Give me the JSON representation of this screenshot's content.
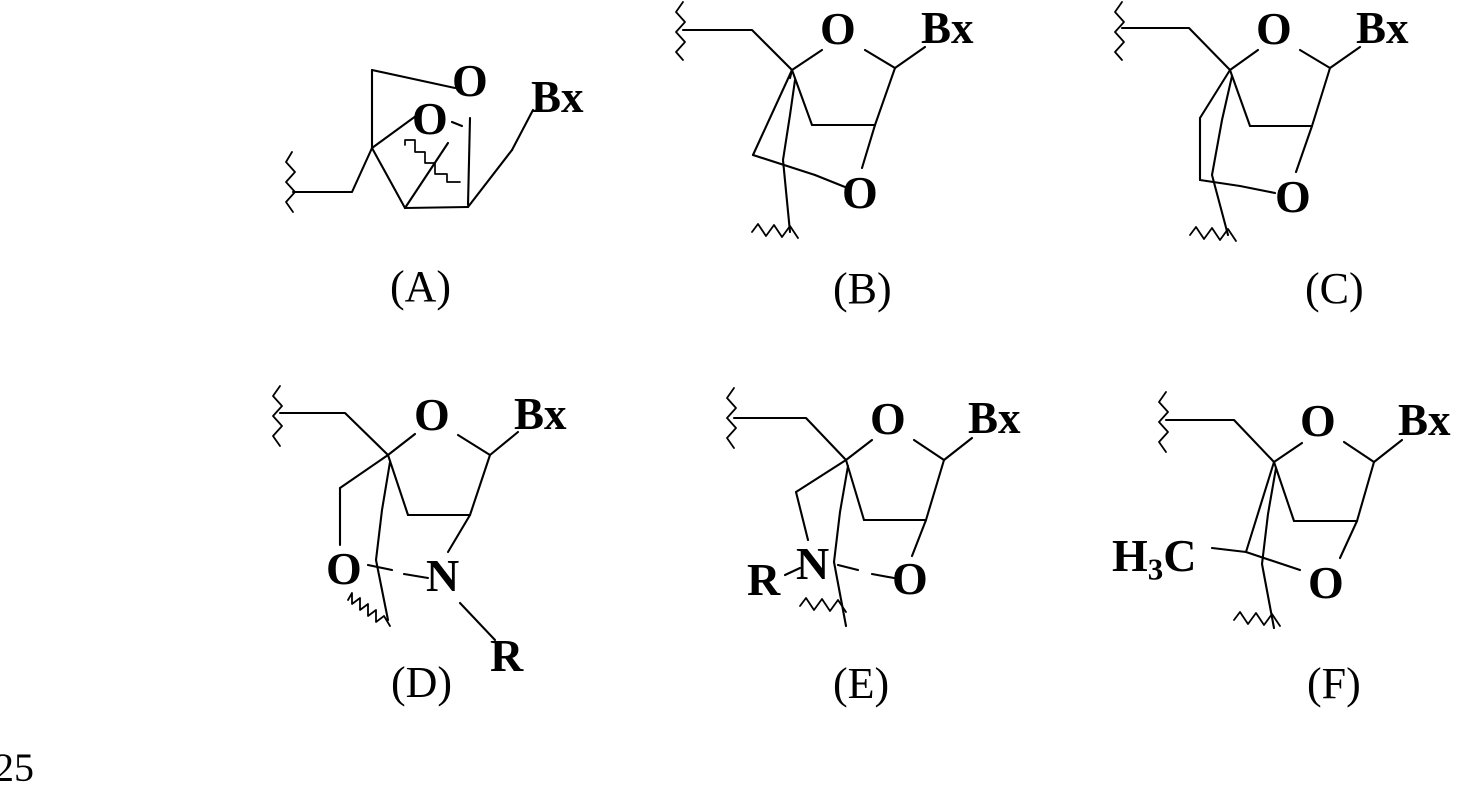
{
  "document": {
    "page_number": "25",
    "kind": "chemical-structure-figure",
    "background_color": "#ffffff",
    "line_color": "#000000"
  },
  "figure": {
    "caption_style": "parenthesized-letter",
    "rows": 2,
    "columns": 3
  },
  "structures": [
    {
      "id": "A",
      "label": "(A)",
      "atom_labels": [
        "O",
        "O",
        "Bx"
      ],
      "substituents": [
        "Bx"
      ],
      "ring_oxygen": "O",
      "bridge_atom": "O",
      "attachment_points": 2,
      "description": "bicyclic furanose with 2'-O,4'-C bridge, Bx base"
    },
    {
      "id": "B",
      "label": "(B)",
      "atom_labels": [
        "O",
        "Bx",
        "O"
      ],
      "substituents": [
        "Bx"
      ],
      "ring_oxygen": "O",
      "bridge_atom": "O",
      "attachment_points": 2,
      "description": "bicyclic furanose, CH2-O bridge, Bx base"
    },
    {
      "id": "C",
      "label": "(C)",
      "atom_labels": [
        "O",
        "Bx",
        "O"
      ],
      "substituents": [
        "Bx"
      ],
      "ring_oxygen": "O",
      "bridge_atom": "O",
      "attachment_points": 2,
      "description": "bicyclic furanose, CH2-CH2-O bridge, Bx base"
    },
    {
      "id": "D",
      "label": "(D)",
      "atom_labels": [
        "O",
        "Bx",
        "O",
        "N",
        "R"
      ],
      "substituents": [
        "Bx",
        "R"
      ],
      "ring_oxygen": "O",
      "bridge_atom": "N",
      "attachment_points": 2,
      "description": "bicyclic furanose, CH2-O-N(R) bridge, Bx base"
    },
    {
      "id": "E",
      "label": "(E)",
      "atom_labels": [
        "O",
        "Bx",
        "R",
        "N",
        "O"
      ],
      "substituents": [
        "Bx",
        "R"
      ],
      "ring_oxygen": "O",
      "bridge_atom": "O",
      "attachment_points": 2,
      "description": "bicyclic furanose, CH2-N(R)-O bridge, Bx base"
    },
    {
      "id": "F",
      "label": "(F)",
      "atom_labels": [
        "O",
        "Bx",
        "H3C",
        "O"
      ],
      "substituents": [
        "Bx",
        "H3C"
      ],
      "ring_oxygen": "O",
      "bridge_atom": "O",
      "attachment_points": 2,
      "description": "bicyclic furanose, CH(CH3)-O bridge, Bx base"
    }
  ],
  "labels": {
    "O": "O",
    "N": "N",
    "R": "R",
    "Bx": "Bx",
    "H3C_prefix": "H",
    "H3C_sub": "3",
    "H3C_suffix": "C",
    "A": "(A)",
    "B": "(B)",
    "C": "(C)",
    "D": "(D)",
    "E": "(E)",
    "F": "(F)"
  }
}
